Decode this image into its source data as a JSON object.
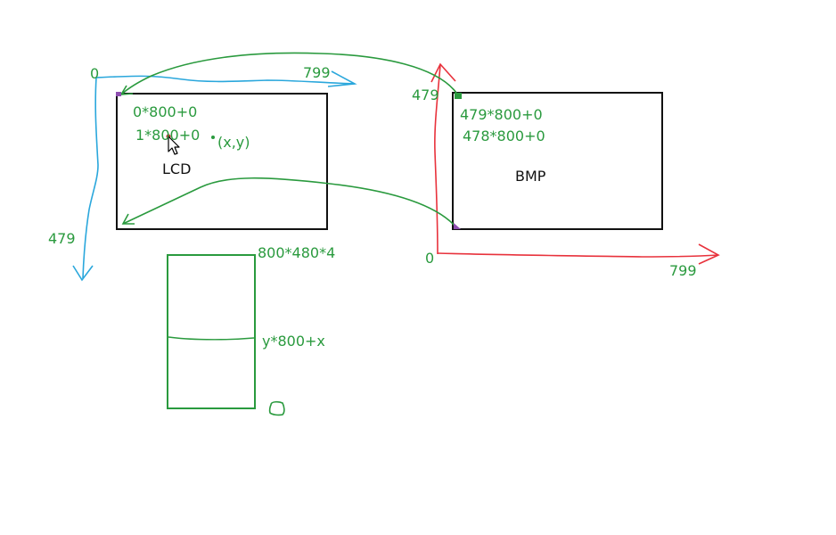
{
  "colors": {
    "blue": "#2aa7dc",
    "green": "#2a9a3e",
    "red": "#e8323c",
    "black": "#111111",
    "purple": "#8e4fb0",
    "pointer_red": "#d0282e"
  },
  "lcd": {
    "title": "LCD",
    "axis_x_start": "0",
    "axis_x_end": "799",
    "axis_y_end": "479",
    "row0_formula": "0*800+0",
    "row1_formula": "1*800+0",
    "point_label": "(x,y)"
  },
  "bmp": {
    "title": "BMP",
    "axis_y_top": "479",
    "axis_origin": "0",
    "axis_x_end": "799",
    "row479_formula": "479*800+0",
    "row478_formula": "478*800+0"
  },
  "buffer": {
    "size_formula": "800*480*4",
    "offset_formula": "y*800+x"
  },
  "icons": {
    "pointer": "mouse-pointer-icon"
  }
}
